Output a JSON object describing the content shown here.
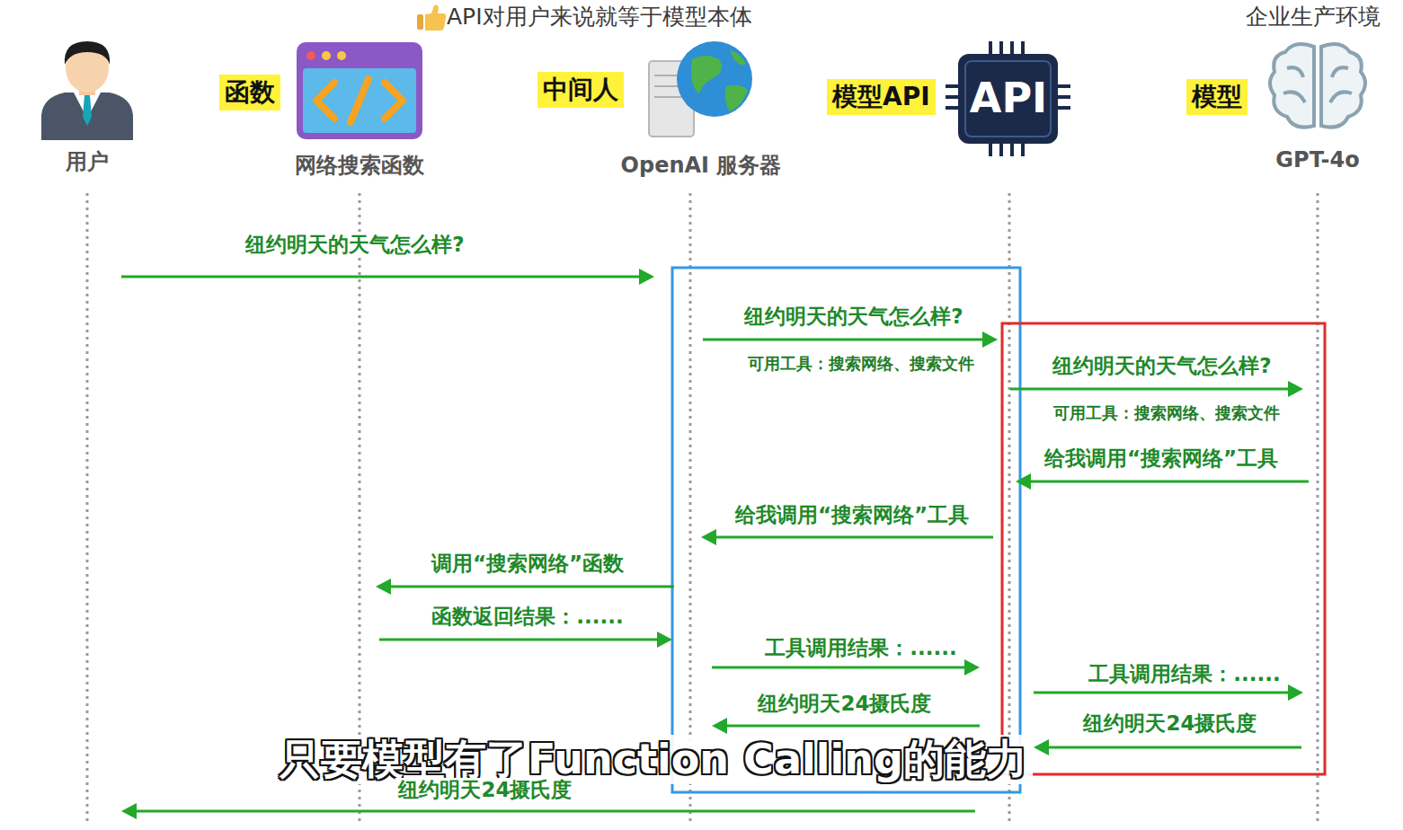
{
  "diagram": {
    "nodes": [
      {
        "text": [
          "用户"
        ]
      },
      {
        "text": [
          "函数",
          "网络搜索函数"
        ]
      },
      {
        "text": [
          "中间人",
          "OpenAI 服务器"
        ]
      },
      {
        "text": [
          "模型API",
          "API"
        ]
      },
      {
        "text": [
          "模型",
          "GPT-4o"
        ]
      }
    ],
    "edges": [
      {
        "from": 0,
        "to": 2,
        "arrow": "to",
        "label": "纽约明天的天气怎么样?"
      },
      {
        "from": 2,
        "to": 3,
        "arrow": "to",
        "label": "纽约明天的天气怎么样?"
      },
      {
        "from": 3,
        "to": 4,
        "arrow": "to",
        "label": "纽约明天的天气怎么样?"
      },
      {
        "from": 4,
        "to": 3,
        "arrow": "to",
        "label": "给我调用“搜索网络”工具"
      },
      {
        "from": 3,
        "to": 2,
        "arrow": "to",
        "label": "给我调用“搜索网络”工具"
      },
      {
        "from": 2,
        "to": 1,
        "arrow": "to",
        "label": "调用“搜索网络”函数"
      },
      {
        "from": 1,
        "to": 2,
        "arrow": "to",
        "label": "函数返回结果：......"
      },
      {
        "from": 2,
        "to": 3,
        "arrow": "to",
        "label": "工具调用结果：......"
      },
      {
        "from": 3,
        "to": 4,
        "arrow": "to",
        "label": "工具调用结果：......"
      },
      {
        "from": 4,
        "to": 3,
        "arrow": "to",
        "label": "纽约明天24摄氏度"
      },
      {
        "from": 3,
        "to": 2,
        "arrow": "to",
        "label": "纽约明天24摄氏度"
      },
      {
        "from": 3,
        "to": 0,
        "arrow": "to",
        "label": "纽约明天24摄氏度"
      }
    ],
    "labels": [
      "API对用户来说就等于模型本体",
      "企业生产环境",
      "可用工具：搜索网络、搜索文件",
      "可用工具：搜索网络、搜索文件",
      "只要模型有了Function Calling的能力"
    ]
  }
}
